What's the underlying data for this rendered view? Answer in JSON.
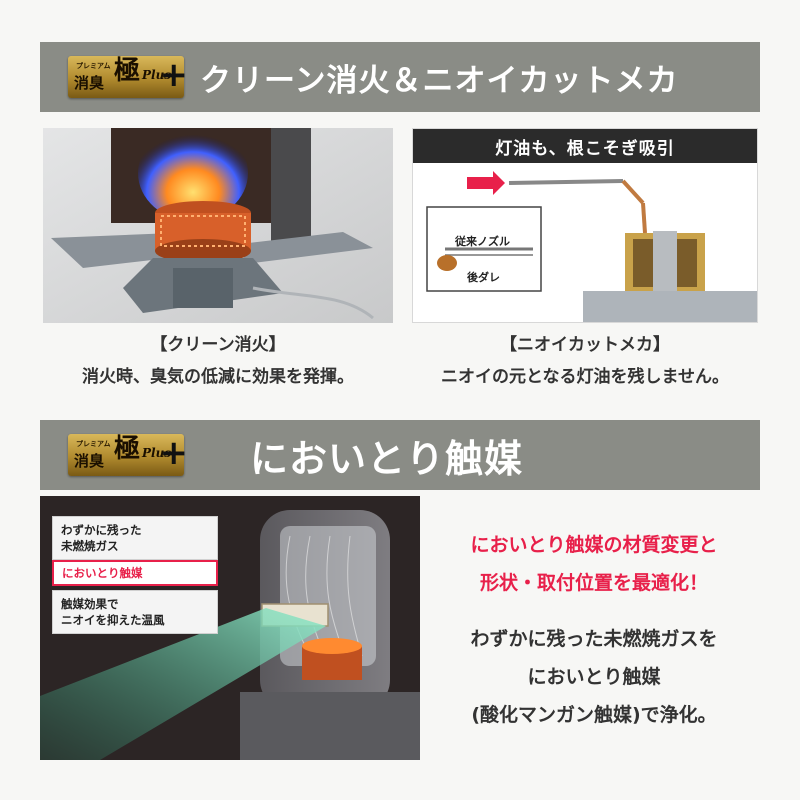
{
  "section1": {
    "logo": {
      "small": "プレミアム",
      "main": "消臭",
      "kiwami": "極",
      "plus": "Plus",
      "cross": "+"
    },
    "title": "クリーン消火＆ニオイカットメカ",
    "left": {
      "caption_title": "【クリーン消火】",
      "caption_body": "消火時、臭気の低減に効果を発揮。"
    },
    "right": {
      "header": "灯油も、根こそぎ吸引",
      "label_nozzle": "従来ノズル",
      "label_drip": "後ダレ",
      "caption_title": "【ニオイカットメカ】",
      "caption_body": "ニオイの元となる灯油を残しません。"
    }
  },
  "section2": {
    "logo": {
      "small": "プレミアム",
      "main": "消臭",
      "kiwami": "極",
      "plus": "Plus",
      "cross": "+"
    },
    "title": "においとり触媒",
    "callouts": {
      "gas": "わずかに残った\n未燃焼ガス",
      "catalyst": "においとり触媒",
      "wind": "触媒効果で\nニオイを抑えた温風"
    },
    "headline_line1": "においとり触媒の材質変更と",
    "headline_line2": "形状・取付位置を最適化！",
    "body_line1": "わずかに残った未燃焼ガスを",
    "body_line2": "においとり触媒",
    "body_line3": "(酸化マンガン触媒)で浄化。"
  },
  "colors": {
    "banner": "#8a8c86",
    "accent_red": "#e8204a",
    "text": "#333333"
  }
}
